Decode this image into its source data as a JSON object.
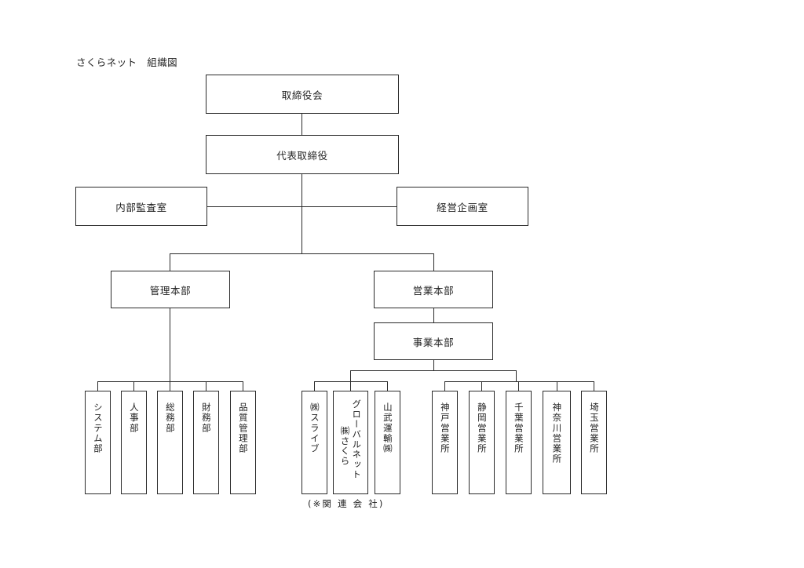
{
  "document": {
    "title": "さくらネット　組織図"
  },
  "chart_data": {
    "type": "diagram",
    "subtype": "organization-chart",
    "title": "さくらネット　組織図",
    "orientation": "top-down",
    "line_color": "#2b2b2b",
    "background_color": "#ffffff",
    "text_color": "#1f1f1f",
    "nodes": [
      {
        "id": "board",
        "label": "取締役会",
        "level": 0,
        "text_direction": "horizontal"
      },
      {
        "id": "ceo",
        "label": "代表取締役",
        "level": 1,
        "text_direction": "horizontal"
      },
      {
        "id": "audit",
        "label": "内部監査室",
        "level": 2,
        "text_direction": "horizontal",
        "staff": true
      },
      {
        "id": "planning",
        "label": "経営企画室",
        "level": 2,
        "text_direction": "horizontal",
        "staff": true
      },
      {
        "id": "admin_hq",
        "label": "管理本部",
        "level": 3,
        "text_direction": "horizontal"
      },
      {
        "id": "sales_hq",
        "label": "営業本部",
        "level": 3,
        "text_direction": "horizontal"
      },
      {
        "id": "business_hq",
        "label": "事業本部",
        "level": 4,
        "text_direction": "horizontal"
      },
      {
        "id": "system_dept",
        "label": "システム部",
        "level": 5,
        "text_direction": "vertical"
      },
      {
        "id": "hr_dept",
        "label": "人事部",
        "level": 5,
        "text_direction": "vertical"
      },
      {
        "id": "general_dept",
        "label": "総務部",
        "level": 5,
        "text_direction": "vertical"
      },
      {
        "id": "finance_dept",
        "label": "財務部",
        "level": 5,
        "text_direction": "vertical"
      },
      {
        "id": "quality_dept",
        "label": "品質管理部",
        "level": 5,
        "text_direction": "vertical"
      },
      {
        "id": "slive",
        "label": "㈱スライブ",
        "level": 5,
        "text_direction": "vertical",
        "group": "affiliate"
      },
      {
        "id": "sakura_global",
        "label": "㈱さくらグローバルネット",
        "level": 5,
        "text_direction": "vertical",
        "group": "affiliate"
      },
      {
        "id": "sanbu",
        "label": "山武運輸㈱",
        "level": 5,
        "text_direction": "vertical",
        "group": "affiliate"
      },
      {
        "id": "kobe_office",
        "label": "神戸営業所",
        "level": 5,
        "text_direction": "vertical",
        "group": "sales-office"
      },
      {
        "id": "shizuoka_office",
        "label": "静岡営業所",
        "level": 5,
        "text_direction": "vertical",
        "group": "sales-office"
      },
      {
        "id": "chiba_office",
        "label": "千葉営業所",
        "level": 5,
        "text_direction": "vertical",
        "group": "sales-office"
      },
      {
        "id": "kanagawa_office",
        "label": "神奈川営業所",
        "level": 5,
        "text_direction": "vertical",
        "group": "sales-office"
      },
      {
        "id": "saitama_office",
        "label": "埼玉営業所",
        "level": 5,
        "text_direction": "vertical",
        "group": "sales-office"
      }
    ],
    "edges": [
      {
        "from": "board",
        "to": "ceo"
      },
      {
        "from": "ceo",
        "to": "audit"
      },
      {
        "from": "ceo",
        "to": "planning"
      },
      {
        "from": "ceo",
        "to": "admin_hq"
      },
      {
        "from": "ceo",
        "to": "sales_hq"
      },
      {
        "from": "sales_hq",
        "to": "business_hq"
      },
      {
        "from": "admin_hq",
        "to": "system_dept"
      },
      {
        "from": "admin_hq",
        "to": "hr_dept"
      },
      {
        "from": "admin_hq",
        "to": "general_dept"
      },
      {
        "from": "admin_hq",
        "to": "finance_dept"
      },
      {
        "from": "admin_hq",
        "to": "quality_dept"
      },
      {
        "from": "business_hq",
        "to": "slive"
      },
      {
        "from": "business_hq",
        "to": "sakura_global"
      },
      {
        "from": "business_hq",
        "to": "sanbu"
      },
      {
        "from": "business_hq",
        "to": "kobe_office"
      },
      {
        "from": "business_hq",
        "to": "shizuoka_office"
      },
      {
        "from": "business_hq",
        "to": "chiba_office"
      },
      {
        "from": "business_hq",
        "to": "kanagawa_office"
      },
      {
        "from": "business_hq",
        "to": "saitama_office"
      }
    ],
    "annotations": [
      {
        "id": "affiliate_note",
        "text": "(※関連会社)",
        "attached_to": "affiliate"
      }
    ]
  },
  "boxes": {
    "board": "取締役会",
    "ceo": "代表取締役",
    "audit": "内部監査室",
    "planning": "経営企画室",
    "admin_hq": "管理本部",
    "sales_hq": "営業本部",
    "business_hq": "事業本部"
  },
  "admin_departments": [
    {
      "label": "システム部"
    },
    {
      "label": "人事部"
    },
    {
      "label": "総務部"
    },
    {
      "label": "財務部"
    },
    {
      "label": "品質管理部"
    }
  ],
  "affiliates": [
    {
      "label": "㈱スライブ",
      "primary": "㈱スライブ",
      "secondary": ""
    },
    {
      "label": "㈱さくらグローバルネット",
      "primary": "グローバルネット",
      "secondary": "㈱さくら"
    },
    {
      "label": "山武運輸㈱",
      "primary": "山武運輸㈱",
      "secondary": ""
    }
  ],
  "sales_offices": [
    {
      "label": "神戸営業所"
    },
    {
      "label": "静岡営業所"
    },
    {
      "label": "千葉営業所"
    },
    {
      "label": "神奈川営業所"
    },
    {
      "label": "埼玉営業所"
    }
  ],
  "notes": {
    "affiliate_note": "(※関 連 会 社)"
  }
}
